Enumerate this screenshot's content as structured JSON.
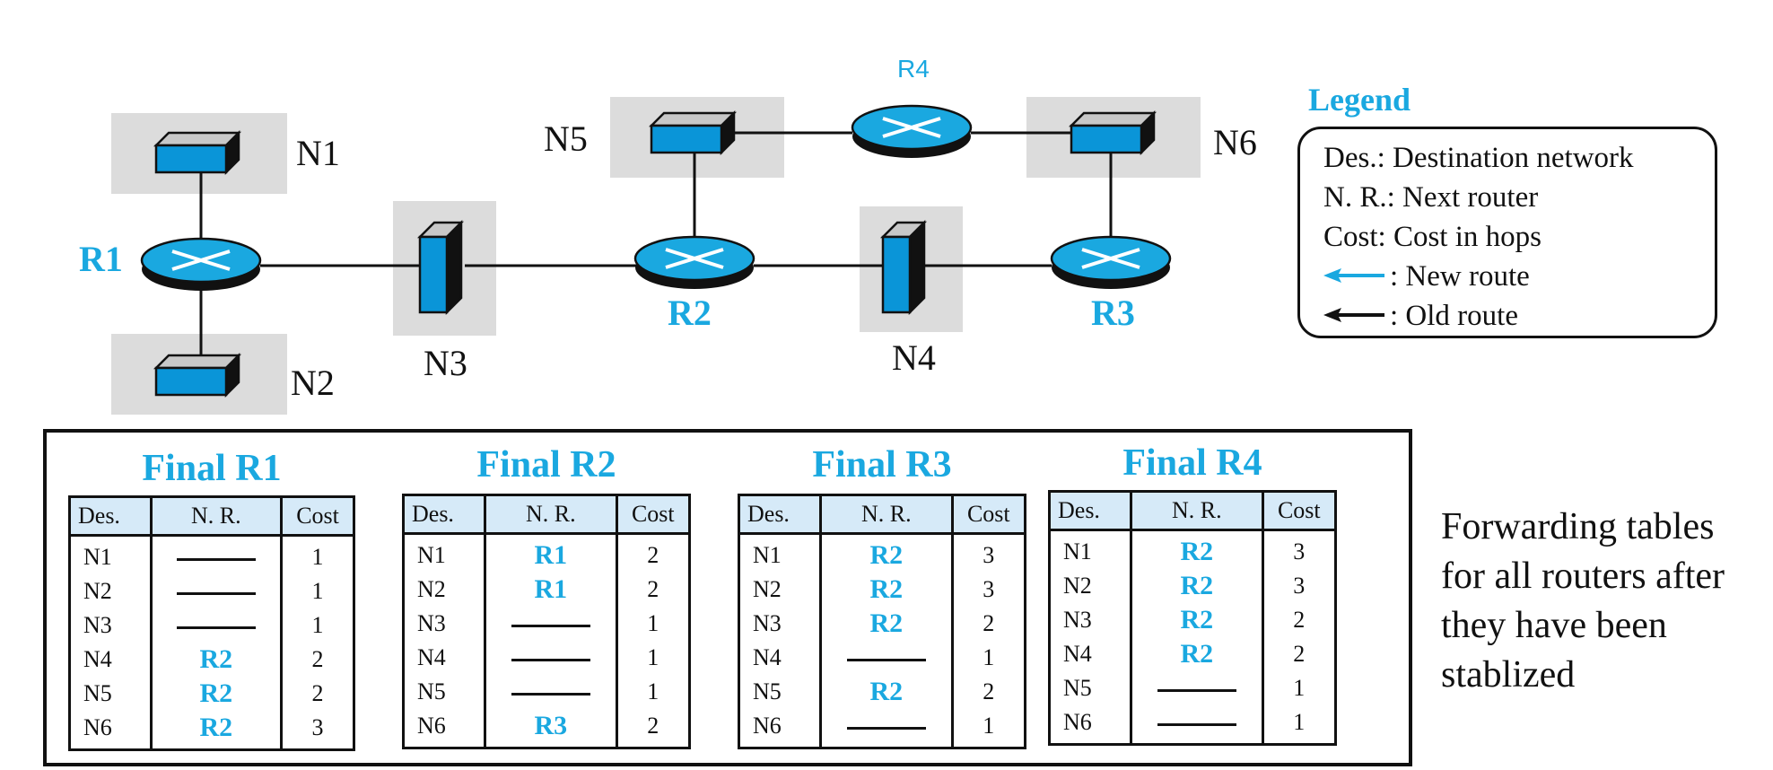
{
  "labels": {
    "routers": {
      "R1": "R1",
      "R2": "R2",
      "R3": "R3",
      "R4": "R4"
    },
    "networks": {
      "N1": "N1",
      "N2": "N2",
      "N3": "N3",
      "N4": "N4",
      "N5": "N5",
      "N6": "N6"
    }
  },
  "colors": {
    "accent": "#1aa8e0",
    "device_fill": "#0a95d8",
    "shade": "#dcdcdc",
    "header_fill": "#d6eaf8"
  },
  "legend": {
    "title": "Legend",
    "items": [
      "Des.: Destination network",
      "N. R.: Next router",
      "Cost: Cost in hops"
    ],
    "new_route": ": New route",
    "old_route": ": Old route"
  },
  "tables": [
    {
      "title": "Final R1",
      "headers": [
        "Des.",
        "N. R.",
        "Cost"
      ],
      "rows": [
        [
          "N1",
          "",
          "1"
        ],
        [
          "N2",
          "",
          "1"
        ],
        [
          "N3",
          "",
          "1"
        ],
        [
          "N4",
          "R2",
          "2"
        ],
        [
          "N5",
          "R2",
          "2"
        ],
        [
          "N6",
          "R2",
          "3"
        ]
      ]
    },
    {
      "title": "Final R2",
      "headers": [
        "Des.",
        "N. R.",
        "Cost"
      ],
      "rows": [
        [
          "N1",
          "R1",
          "2"
        ],
        [
          "N2",
          "R1",
          "2"
        ],
        [
          "N3",
          "",
          "1"
        ],
        [
          "N4",
          "",
          "1"
        ],
        [
          "N5",
          "",
          "1"
        ],
        [
          "N6",
          "R3",
          "2"
        ]
      ]
    },
    {
      "title": "Final R3",
      "headers": [
        "Des.",
        "N. R.",
        "Cost"
      ],
      "rows": [
        [
          "N1",
          "R2",
          "3"
        ],
        [
          "N2",
          "R2",
          "3"
        ],
        [
          "N3",
          "R2",
          "2"
        ],
        [
          "N4",
          "",
          "1"
        ],
        [
          "N5",
          "R2",
          "2"
        ],
        [
          "N6",
          "",
          "1"
        ]
      ]
    },
    {
      "title": "Final R4",
      "headers": [
        "Des.",
        "N. R.",
        "Cost"
      ],
      "rows": [
        [
          "N1",
          "R2",
          "3"
        ],
        [
          "N2",
          "R2",
          "3"
        ],
        [
          "N3",
          "R2",
          "2"
        ],
        [
          "N4",
          "R2",
          "2"
        ],
        [
          "N5",
          "",
          "1"
        ],
        [
          "N6",
          "",
          "1"
        ]
      ]
    }
  ],
  "caption": "Forwarding tables for all routers after they have been stablized"
}
